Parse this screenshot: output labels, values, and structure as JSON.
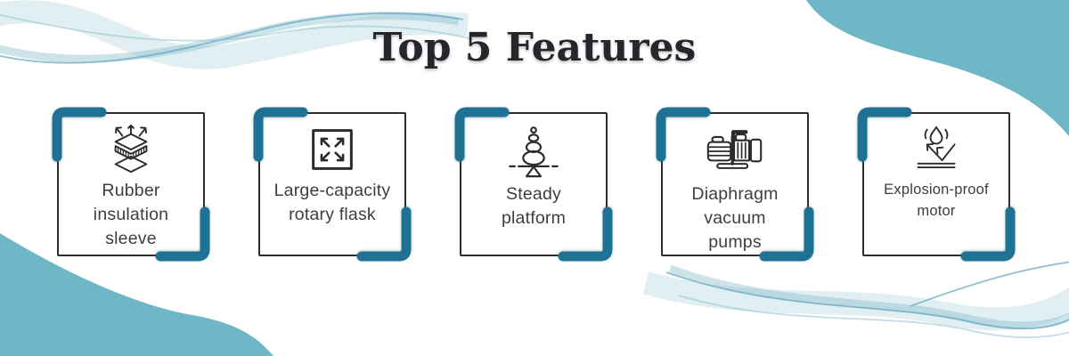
{
  "page": {
    "title": "Top 5 Features"
  },
  "colors": {
    "accent_dark_teal": "#1f7294",
    "blob_teal": "#6fb7c6",
    "box_border": "#2d2d2d",
    "title_color": "#26262c",
    "label_color": "#3e3e3e",
    "icon_stroke": "#2b2b2b"
  },
  "features": [
    {
      "name": "rubber-insulation-sleeve",
      "icon": "insulation-layers-icon",
      "lines": [
        "Rubber",
        "insulation",
        "sleeve"
      ]
    },
    {
      "name": "large-capacity-rotary-flask",
      "icon": "expand-arrows-icon",
      "lines": [
        "Large-capacity",
        "rotary flask"
      ]
    },
    {
      "name": "steady-platform",
      "icon": "balanced-stones-icon",
      "lines": [
        "Steady",
        "platform"
      ]
    },
    {
      "name": "diaphragm-vacuum-pumps",
      "icon": "vacuum-pump-icon",
      "lines": [
        "Diaphragm",
        "vacuum",
        "pumps"
      ]
    },
    {
      "name": "explosion-proof-motor",
      "icon": "splash-proof-icon",
      "lines": [
        "Explosion-proof",
        "motor"
      ]
    }
  ]
}
